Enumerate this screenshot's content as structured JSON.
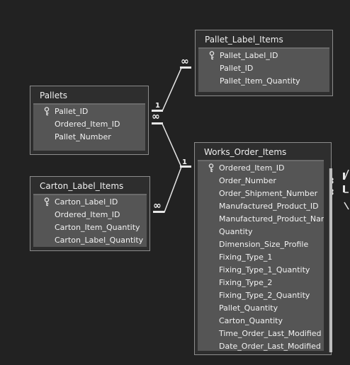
{
  "tables": {
    "pallet_label_items": {
      "title": "Pallet_Label_Items",
      "fields": [
        "Pallet_Label_ID",
        "Pallet_ID",
        "Pallet_Item_Quantity"
      ]
    },
    "pallets": {
      "title": "Pallets",
      "fields": [
        "Pallet_ID",
        "Ordered_Item_ID",
        "Pallet_Number"
      ]
    },
    "carton_label_items": {
      "title": "Carton_Label_Items",
      "fields": [
        "Carton_Label_ID",
        "Ordered_Item_ID",
        "Carton_Item_Quantity",
        "Carton_Label_Quantity"
      ]
    },
    "works_order_items": {
      "title": "Works_Order_Items",
      "fields": [
        "Ordered_Item_ID",
        "Order_Number",
        "Order_Shipment_Number",
        "Manufactured_Product_ID",
        "Manufactured_Product_Name",
        "Quantity",
        "Dimension_Size_Profile",
        "Fixing_Type_1",
        "Fixing_Type_1_Quantity",
        "Fixing_Type_2",
        "Fixing_Type_2_Quantity",
        "Pallet_Quantity",
        "Carton_Quantity",
        "Time_Order_Last_Modified",
        "Date_Order_Last_Modified"
      ]
    }
  },
  "cardinality": {
    "one": "1",
    "many": "∞"
  },
  "colors": {
    "background": "#222222",
    "table_body": "#555555",
    "border": "#8c8c8c",
    "line": "#e6e6e6"
  }
}
